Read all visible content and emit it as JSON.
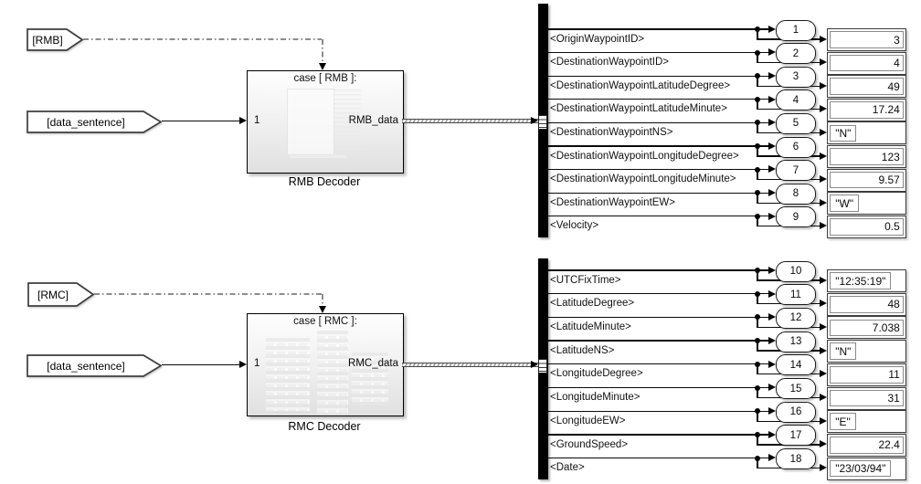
{
  "sections": [
    {
      "name": "RMB",
      "from_tag": "[RMB]",
      "input_tag": "[data_sentence]",
      "decoder": {
        "case_label": "case [ RMB ]:",
        "input_port": "1",
        "output_signal": "RMB_data",
        "name": "RMB Decoder"
      },
      "signals": [
        {
          "label": "<OriginWaypointID>",
          "port": "1",
          "value": "3"
        },
        {
          "label": "<DestinationWaypointID>",
          "port": "2",
          "value": "4"
        },
        {
          "label": "<DestinationWaypointLatitudeDegree>",
          "port": "3",
          "value": "49"
        },
        {
          "label": "<DestinationWaypointLatitudeMinute>",
          "port": "4",
          "value": "17.24"
        },
        {
          "label": "<DestinationWaypointNS>",
          "port": "5",
          "value": "\"N\""
        },
        {
          "label": "<DestinationWaypointLongitudeDegree>",
          "port": "6",
          "value": "123"
        },
        {
          "label": "<DestinationWaypointLongitudeMinute>",
          "port": "7",
          "value": "9.57"
        },
        {
          "label": "<DestinationWaypointEW>",
          "port": "8",
          "value": "\"W\""
        },
        {
          "label": "<Velocity>",
          "port": "9",
          "value": "0.5"
        }
      ]
    },
    {
      "name": "RMC",
      "from_tag": "[RMC]",
      "input_tag": "[data_sentence]",
      "decoder": {
        "case_label": "case [ RMC ]:",
        "input_port": "1",
        "output_signal": "RMC_data",
        "name": "RMC Decoder"
      },
      "signals": [
        {
          "label": "<UTCFixTime>",
          "port": "10",
          "value": "\"12:35:19\""
        },
        {
          "label": "<LatitudeDegree>",
          "port": "11",
          "value": "48"
        },
        {
          "label": "<LatitudeMinute>",
          "port": "12",
          "value": "7.038"
        },
        {
          "label": "<LatitudeNS>",
          "port": "13",
          "value": "\"N\""
        },
        {
          "label": "<LongitudeDegree>",
          "port": "14",
          "value": "11"
        },
        {
          "label": "<LongitudeMinute>",
          "port": "15",
          "value": "31"
        },
        {
          "label": "<LongitudeEW>",
          "port": "16",
          "value": "\"E\""
        },
        {
          "label": "<GroundSpeed>",
          "port": "17",
          "value": "22.4"
        },
        {
          "label": "<Date>",
          "port": "18",
          "value": "\"23/03/94\""
        }
      ]
    }
  ],
  "colors": {
    "wire": "#0a0a0a",
    "bus_bar": "#000000",
    "block_border": "#000000",
    "background": "#ffffff"
  }
}
